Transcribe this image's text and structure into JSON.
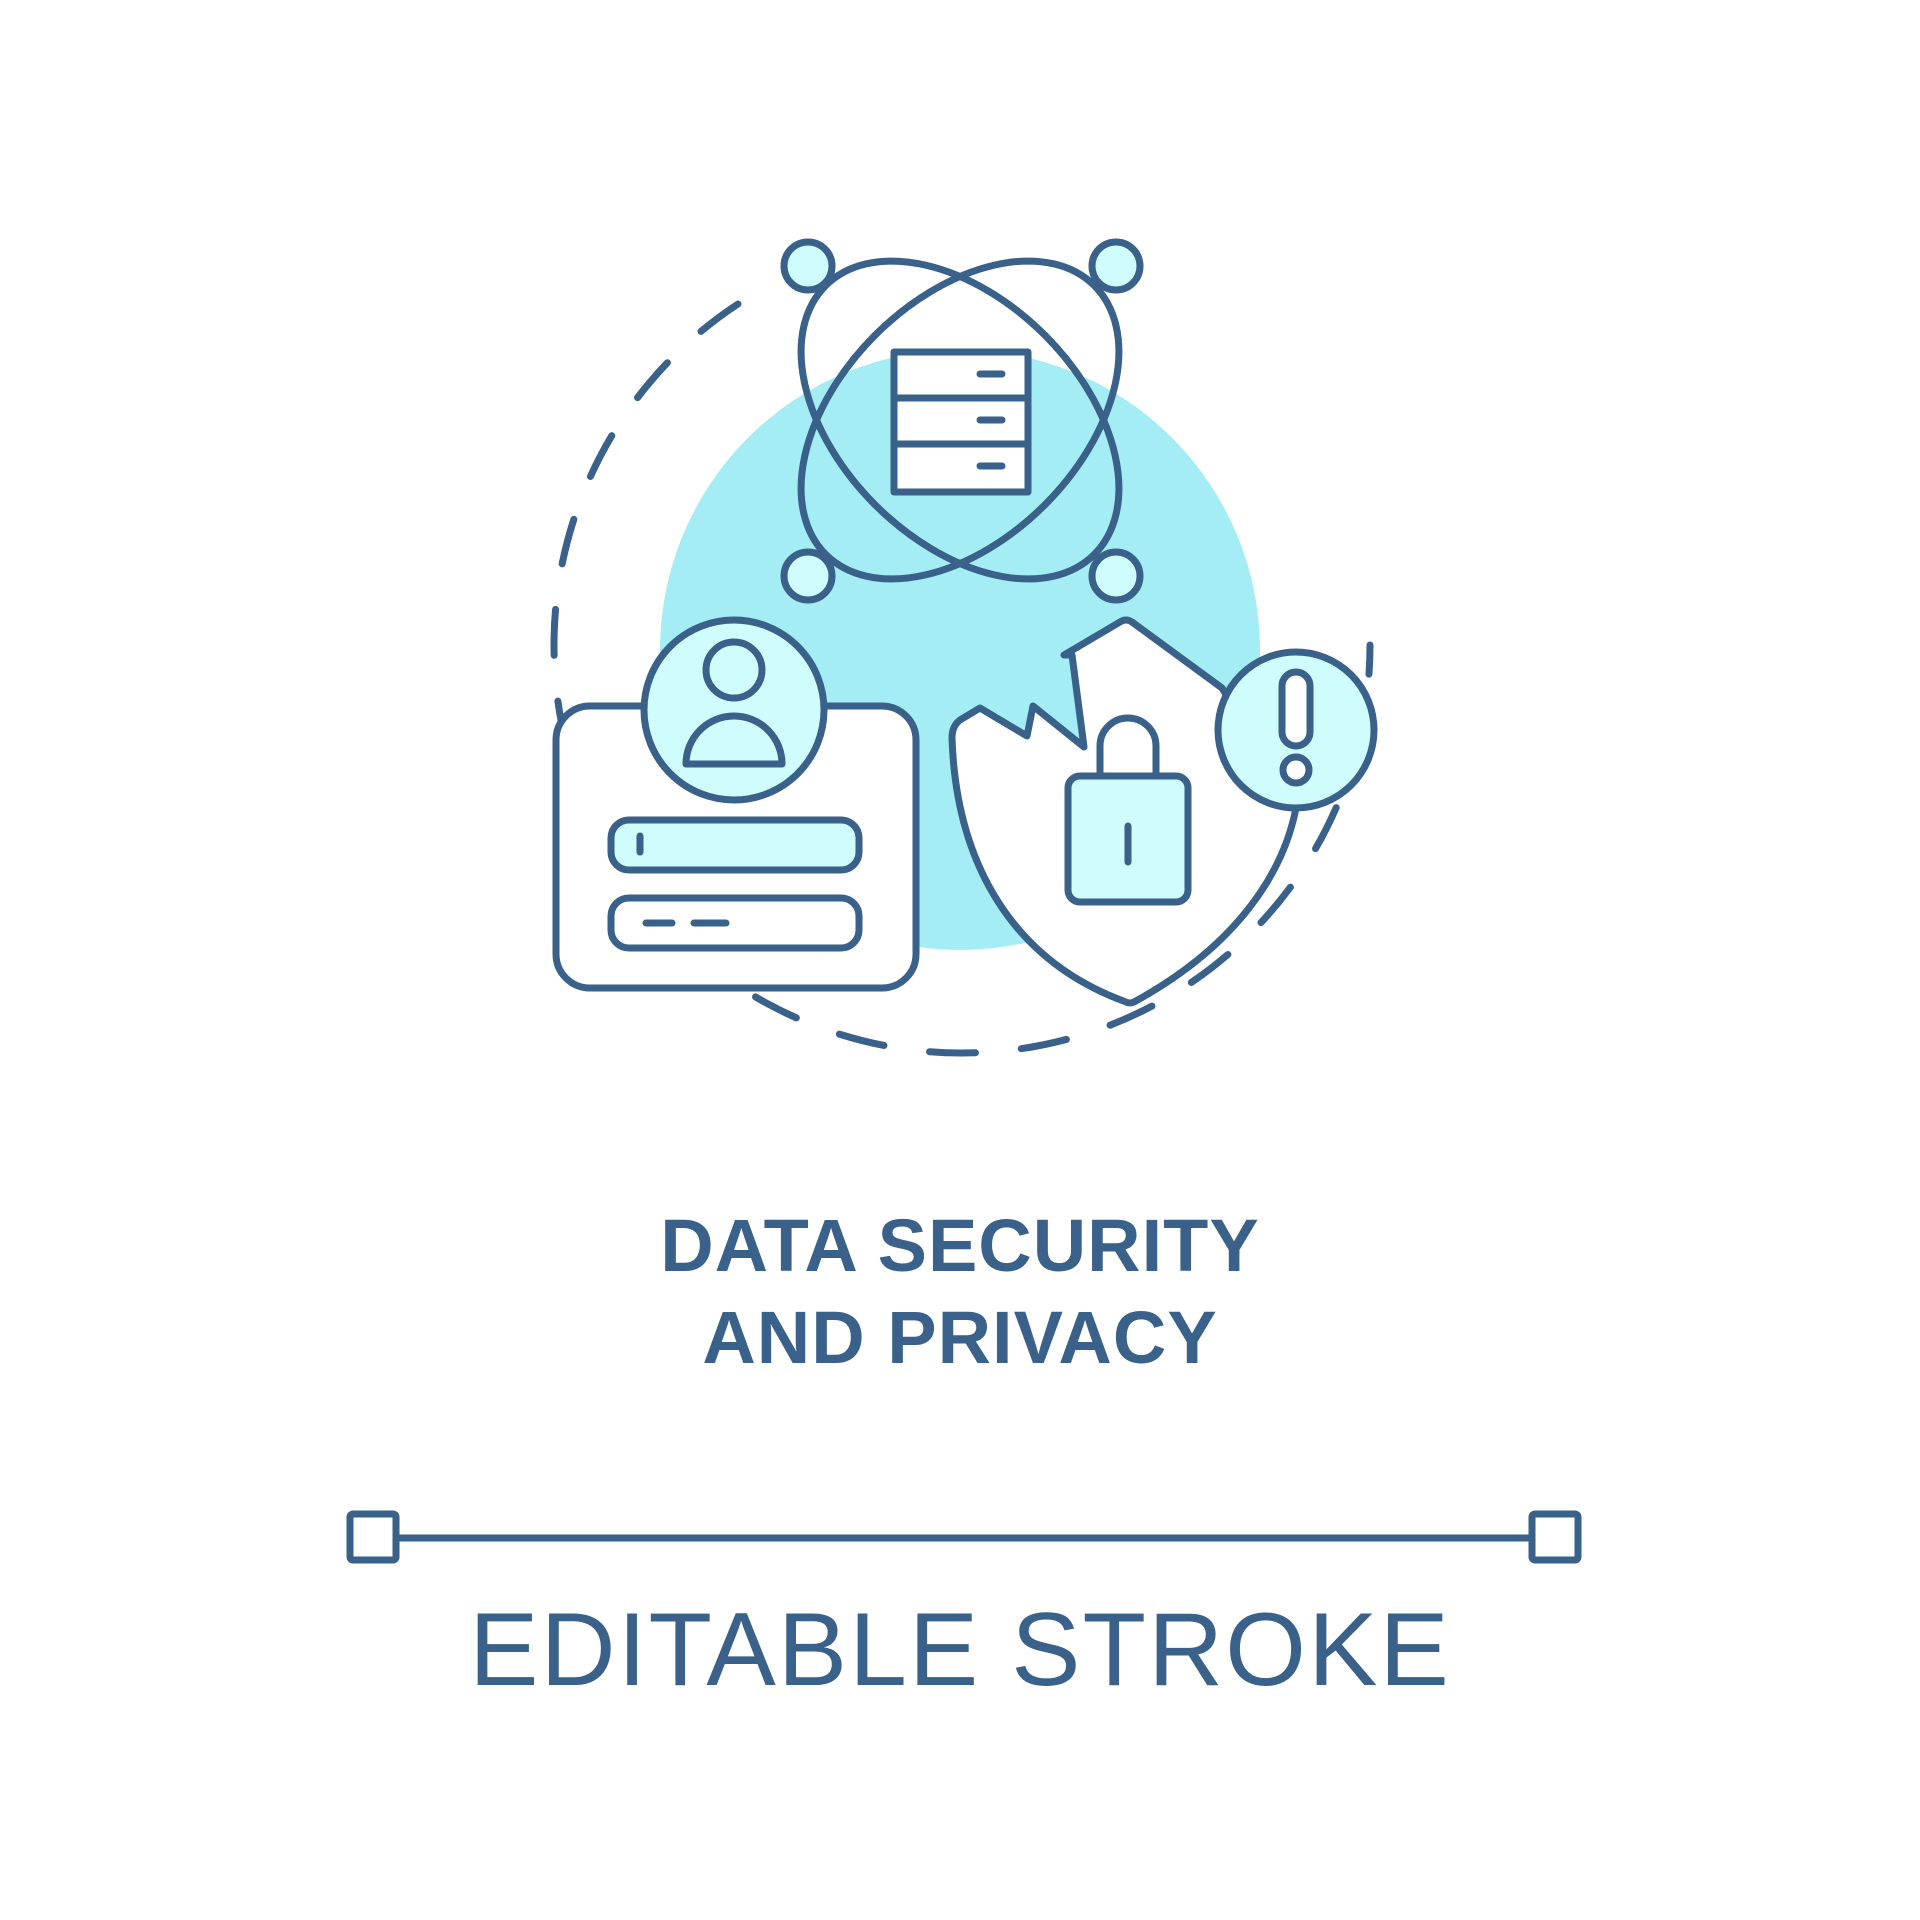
{
  "title": {
    "line1": "DATA SECURITY",
    "line2": "AND PRIVACY"
  },
  "footer": {
    "label": "EDITABLE STROKE"
  },
  "colors": {
    "stroke": "#3a6189",
    "accent_fill": "#a4edf4",
    "light_fill": "#cffcfd",
    "background": "#ffffff"
  },
  "icons": [
    "database-server-icon",
    "orbit-network-icon",
    "user-profile-card-icon",
    "shield-icon",
    "padlock-icon",
    "warning-exclamation-icon",
    "editable-stroke-ruler-icon"
  ]
}
